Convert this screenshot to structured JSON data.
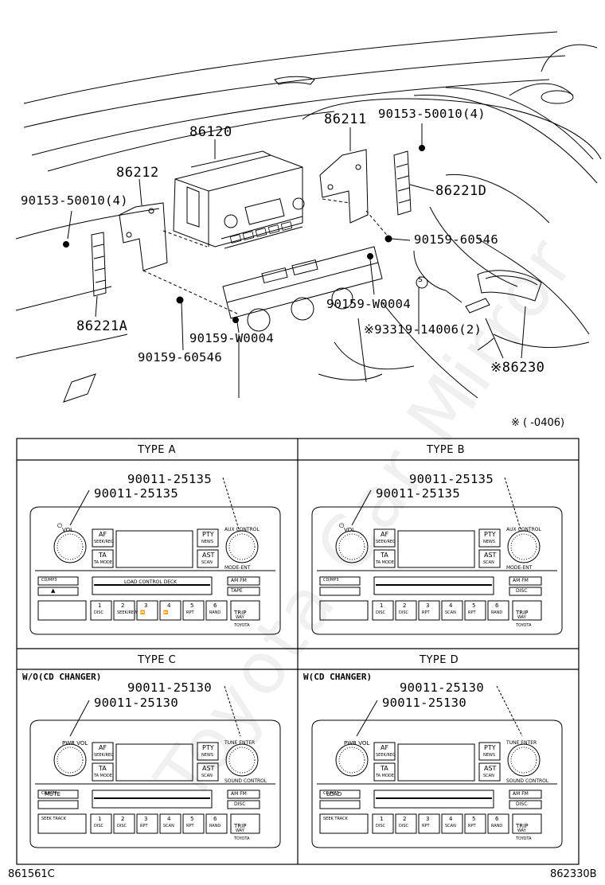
{
  "watermark": "Toyota Car Mirror",
  "top": {
    "p86120": "86120",
    "p86211": "86211",
    "p86212": "86212",
    "p90153_right": "90153-50010(4)",
    "p90153_left": "90153-50010(4)",
    "p86221D": "86221D",
    "p90159_60546_right": "90159-60546",
    "p90159_W0004_right": "90159-W0004",
    "p93319": "※93319-14006(2)",
    "p86230": "※86230",
    "p86221A": "86221A",
    "p90159_W0004_left": "90159-W0004",
    "p90159_60546_left": "90159-60546",
    "s_mark": "S",
    "footnote": "※ (    -0406)"
  },
  "types": {
    "a": {
      "title": "TYPE A",
      "pn_outer": "90011-25135",
      "pn_inner": "90011-25135",
      "knob_left": "VOL",
      "knob_left_sym": "⏻",
      "knob_right_top": "AUX CONTROL",
      "knob_right_bottom": "MODE-ENT",
      "btn_af": "AF",
      "btn_af_sub": "SEEK/REG",
      "btn_ta": "TA",
      "btn_ta_sub": "TA MODE",
      "btn_pty": "PTY",
      "btn_pty_sub": "NEWS",
      "btn_ast": "AST",
      "btn_ast_sub": "SCAN",
      "slot_label": "LOAD CONTROL DECK",
      "btn_eject": "▲",
      "btn_amfm": "AM FM",
      "btn_tape": "TAPE",
      "btn_trip": "TRIP",
      "btn_trip_sub": "WAY",
      "presets": [
        "1",
        "2",
        "3",
        "4",
        "5",
        "6"
      ],
      "preset_subs": [
        "DISC",
        "SEEK/REW",
        "⏪",
        "⏩",
        "RPT",
        "RAND"
      ],
      "brand": "TOYOTA",
      "small_logo": "CD/MP3"
    },
    "b": {
      "title": "TYPE B",
      "pn_outer": "90011-25135",
      "pn_inner": "90011-25135",
      "knob_left": "VOL",
      "knob_left_sym": "⏻",
      "knob_right_top": "AUX CONTROL",
      "knob_right_bottom": "MODE-ENT",
      "btn_af": "AF",
      "btn_af_sub": "SEEK/REG",
      "btn_ta": "TA",
      "btn_ta_sub": "TA MODE",
      "btn_pty": "PTY",
      "btn_pty_sub": "NEWS",
      "btn_ast": "AST",
      "btn_ast_sub": "SCAN",
      "btn_amfm": "AM FM",
      "btn_disc": "DISC",
      "btn_trip": "TRIP",
      "btn_trip_sub": "WAY",
      "presets": [
        "1",
        "2",
        "3",
        "4",
        "5",
        "6"
      ],
      "preset_subs": [
        "DISC",
        "DISC",
        "RPT",
        "SCAN",
        "RPT",
        "RAND"
      ],
      "brand": "TOYOTA",
      "small_logo": "CD/MP3"
    },
    "c": {
      "title": "TYPE C",
      "subtitle": "W/O(CD CHANGER)",
      "pn_outer": "90011-25130",
      "pn_inner": "90011-25130",
      "knob_left": "PWR VOL",
      "knob_right_top": "TUNE  ENTER",
      "knob_right_bottom": "SOUND CONTROL",
      "btn_af": "AF",
      "btn_af_sub": "SEEK/REG",
      "btn_ta": "TA",
      "btn_ta_sub": "TA MODE",
      "btn_pty": "PTY",
      "btn_pty_sub": "NEWS",
      "btn_ast": "AST",
      "btn_ast_sub": "SCAN",
      "btn_mute": "MUTE",
      "btn_amfm": "AM FM",
      "btn_disc": "DISC",
      "btn_seek": "SEEK TRACK",
      "btn_trip": "TRIP",
      "btn_trip_sub": "WAY",
      "presets": [
        "1",
        "2",
        "3",
        "4",
        "5",
        "6"
      ],
      "preset_subs": [
        "DISC",
        "DISC",
        "RPT",
        "SCAN",
        "RPT",
        "RAND"
      ],
      "brand": "TOYOTA",
      "small_logo": "CD/MP3"
    },
    "d": {
      "title": "TYPE D",
      "subtitle": "W(CD CHANGER)",
      "pn_outer": "90011-25130",
      "pn_inner": "90011-25130",
      "knob_left": "PWR VOL",
      "knob_right_top": "TUNE  ENTER",
      "knob_right_bottom": "SOUND CONTROL",
      "btn_af": "AF",
      "btn_af_sub": "SEEK/REG",
      "btn_ta": "TA",
      "btn_ta_sub": "TA MODE",
      "btn_pty": "PTY",
      "btn_pty_sub": "NEWS",
      "btn_ast": "AST",
      "btn_ast_sub": "SCAN",
      "btn_load": "LOAD",
      "btn_amfm": "AM FM",
      "btn_disc": "DISC",
      "btn_seek": "SEEK TRACK",
      "btn_trip": "TRIP",
      "btn_trip_sub": "WAY",
      "presets": [
        "1",
        "2",
        "3",
        "4",
        "5",
        "6"
      ],
      "preset_subs": [
        "DISC",
        "DISC",
        "RPT",
        "SCAN",
        "RPT",
        "RAND"
      ],
      "brand": "TOYOTA",
      "small_logo": "CD/MP3"
    }
  },
  "footer": {
    "left": "861561C",
    "right": "862330B"
  }
}
